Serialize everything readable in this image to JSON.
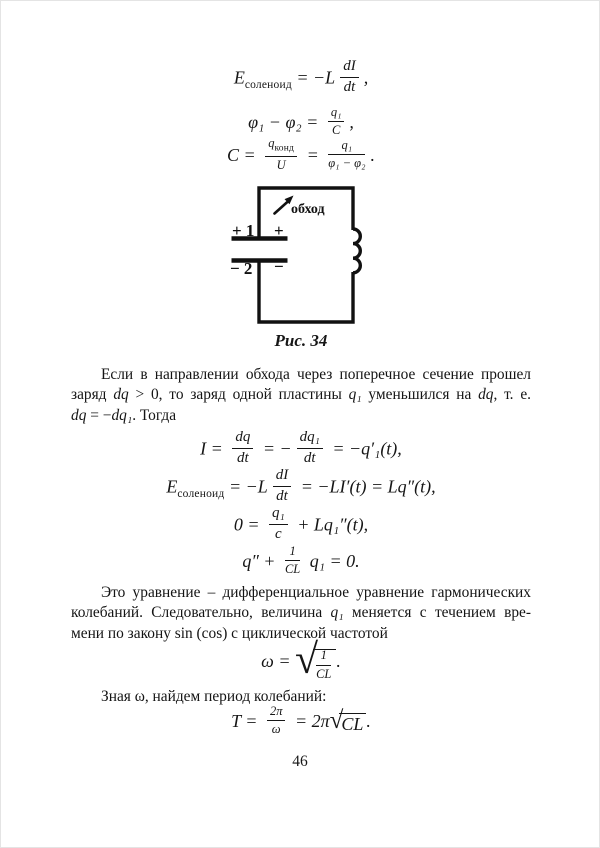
{
  "page_number": "46",
  "equations": {
    "eq1": {
      "s0": "E",
      "sub": "соленоид",
      "s1": " = −L",
      "num": "dI",
      "den": "dt",
      "s2": ","
    },
    "eq2": {
      "s0": "φ₁ − φ₂ = ",
      "num": "q₁",
      "den": "C",
      "s1": ","
    },
    "eq3": {
      "s0": "C = ",
      "f1_num_base": "q",
      "f1_num_sub": "конд",
      "f1_den": "U",
      "s1": " = ",
      "f2_num": "q₁",
      "f2_den": "φ₁ − φ₂",
      "s2": "."
    },
    "eq4": {
      "s0": "I = ",
      "f1_num": "dq",
      "f1_den": "dt",
      "s1": " = −",
      "f2_num": "dq₁",
      "f2_den": "dt",
      "s2": " = −q′₁(t),"
    },
    "eq5": {
      "s0": "E",
      "sub": "соленоид",
      "s1": " = −L",
      "num": "dI",
      "den": "dt",
      "s2": " = −LI′(t) = Lq″(t),"
    },
    "eq6": {
      "s0": "0 = ",
      "num": "q₁",
      "den": "c",
      "s1": " + Lq₁″(t),"
    },
    "eq7": {
      "s0": "q″ + ",
      "num": "1",
      "den": "CL",
      "s1": " q₁ = 0."
    },
    "eq8": {
      "s0": "ω = ",
      "radical": "√",
      "num": "1",
      "den": "CL",
      "s1": "."
    },
    "eq9": {
      "s0": "T = ",
      "num": "2π",
      "den": "ω",
      "s1": " = 2π",
      "radical": "√",
      "rad_content": "CL",
      "s2": "."
    }
  },
  "figure": {
    "walk_label": "обход",
    "plate_top_left": "+ 1",
    "plate_top_right": "+",
    "plate_bottom_left": "− 2",
    "plate_bottom_right": "−",
    "caption": "Рис. 34"
  },
  "para1": {
    "line1": "Если в направлении обхода через поперечное сечение прошел",
    "line2": {
      "s0": "заряд ",
      "s1": "dq",
      "s2": " > 0, то заряд одной пластины ",
      "s3": "q₁",
      "s4": " уменьшился на ",
      "s5": "dq",
      "s6": ", т. е."
    },
    "line3": {
      "s0": "dq",
      "s1": " = −",
      "s2": "dq₁",
      "s3": ". Тогда"
    }
  },
  "para2": {
    "line1": "Это уравнение – дифференциальное уравнение гармонических",
    "line2": {
      "s0": "колебаний. Следовательно, величина ",
      "s1": "q₁",
      "s2": " меняется с течением вре-"
    },
    "line3": "мени по закону sin (cos) с циклической частотой"
  },
  "para3": "Зная ω, найдем период колебаний:"
}
